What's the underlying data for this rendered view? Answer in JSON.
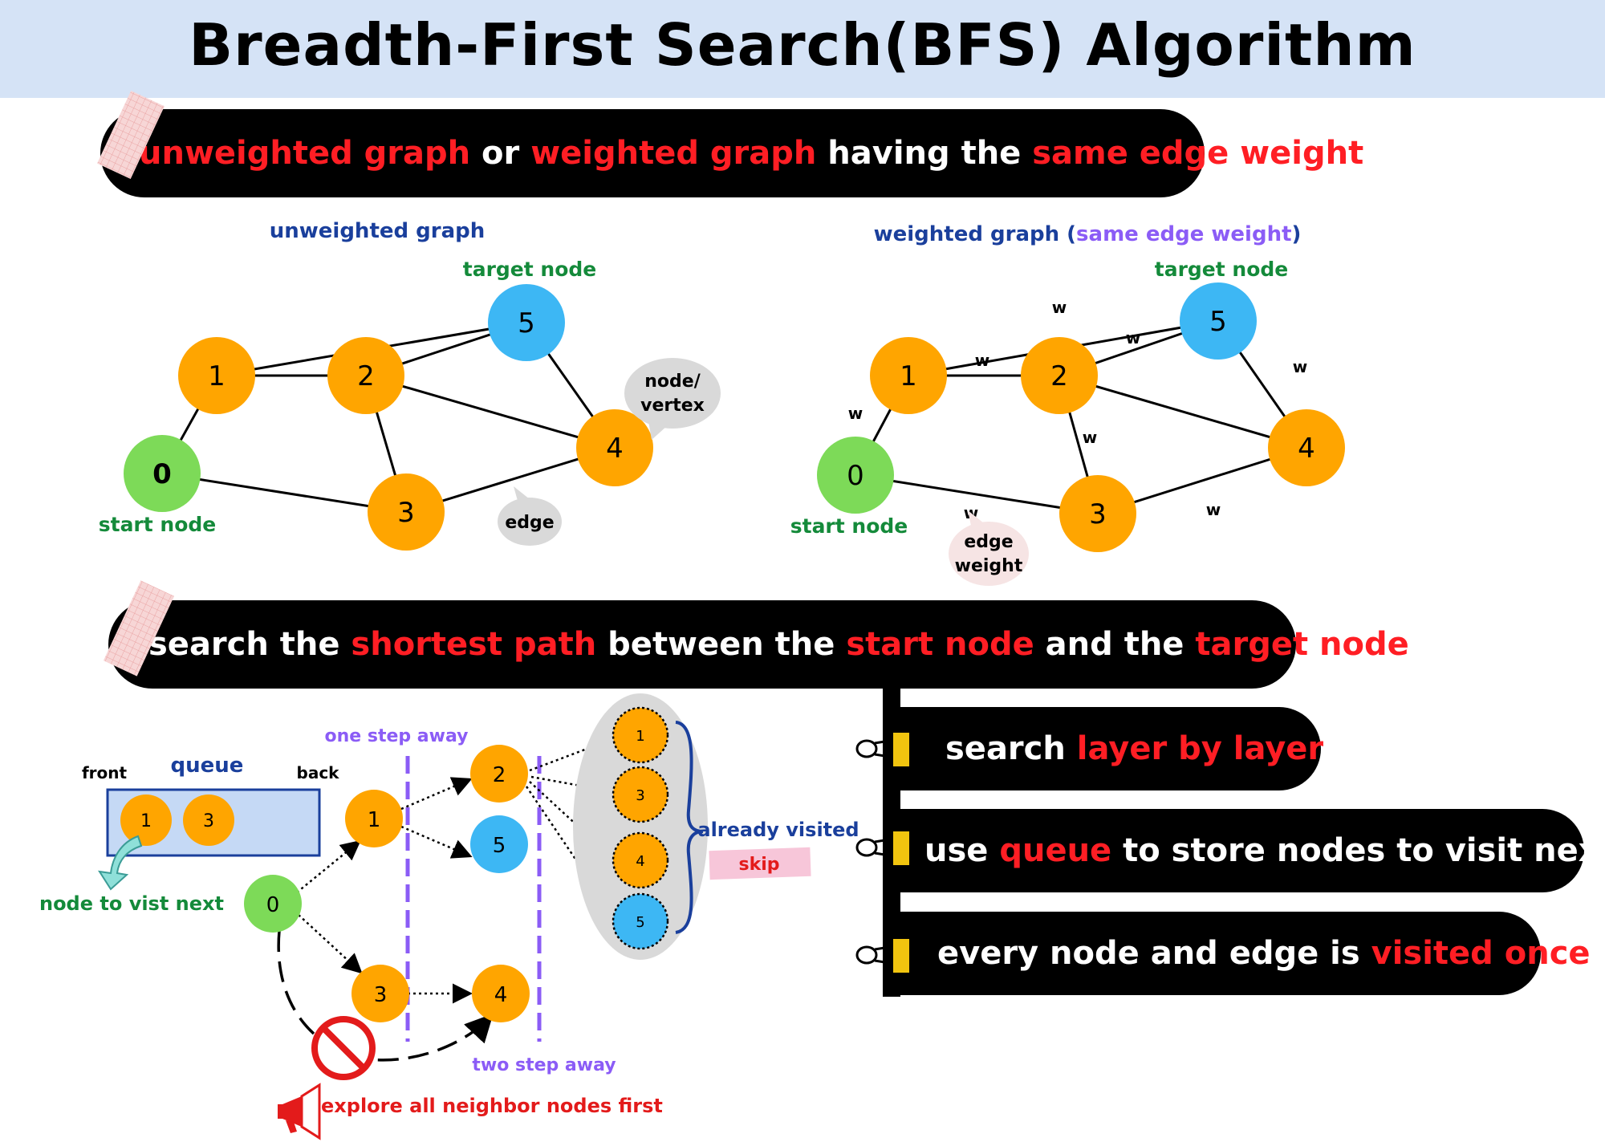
{
  "title": "Breadth-First Search(BFS) Algorithm",
  "pill1": {
    "p1": "unweighted graph",
    "p2": " or ",
    "p3": "weighted graph",
    "p4": " having the ",
    "p5": "same edge weight"
  },
  "pill2": {
    "p1": "search the ",
    "p2": "shortest path",
    "p3": " between the ",
    "p4": "start node",
    "p5": " and the ",
    "p6": "target node"
  },
  "side1": {
    "p1": "search ",
    "p2": "layer by layer"
  },
  "side2": {
    "p1": "use ",
    "p2": "queue",
    "p3": " to store nodes to visit next"
  },
  "side3": {
    "p1": "every node and edge is ",
    "p2": "visited once"
  },
  "graph1": {
    "title": "unweighted graph",
    "target_label": "target node",
    "start_label": "start node",
    "node_callout_1": "node/",
    "node_callout_2": "vertex",
    "edge_callout": "edge",
    "nodes": {
      "n0": "0",
      "n1": "1",
      "n2": "2",
      "n3": "3",
      "n4": "4",
      "n5": "5"
    }
  },
  "graph2": {
    "title_a": "weighted graph (",
    "title_b": "same edge weight",
    "title_c": ")",
    "target_label": "target node",
    "start_label": "start node",
    "weight_label": "w",
    "edge_weight_1": "edge",
    "edge_weight_2": "weight",
    "nodes": {
      "n0": "0",
      "n1": "1",
      "n2": "2",
      "n3": "3",
      "n4": "4",
      "n5": "5"
    }
  },
  "bfs": {
    "front": "front",
    "queue": "queue",
    "back": "back",
    "queue_items": [
      "1",
      "3"
    ],
    "node_next": "node to vist next",
    "one_step": "one step away",
    "two_step": "two step away",
    "already_visited": "already visited",
    "skip": "skip",
    "explore": "explore all neighbor nodes first",
    "nodes": {
      "n0": "0",
      "n1": "1",
      "n2": "2",
      "n3": "3",
      "n4": "4",
      "n5": "5"
    },
    "visited": [
      "1",
      "3",
      "4",
      "5"
    ]
  },
  "colors": {
    "orange": "#ffa500",
    "green": "#7dda58",
    "blue": "#3db7f4",
    "red": "#ff1e24",
    "darkgreen": "#148a3a",
    "navy": "#1a3f9c",
    "purple": "#8b5cf6"
  }
}
